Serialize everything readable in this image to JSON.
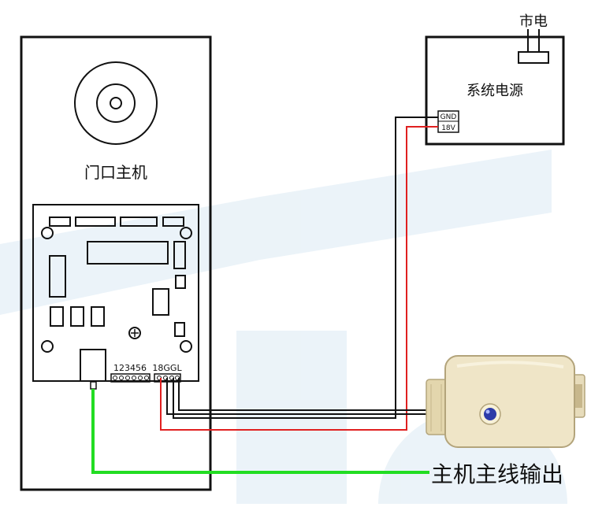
{
  "door_unit": {
    "title": "门口主机"
  },
  "power_supply": {
    "title": "系统电源",
    "mains_label": "市电",
    "terminal_gnd": "GND",
    "terminal_18v": "18V"
  },
  "board": {
    "terminal_a_label": "123456",
    "terminal_b_label": "18GGL"
  },
  "output_label": "主机主线输出",
  "colors": {
    "ground_wire": "#111111",
    "power_wire": "#e02020",
    "signal_wire": "#22dd22",
    "outline": "#111111",
    "watermark": "#dbeaf4"
  }
}
